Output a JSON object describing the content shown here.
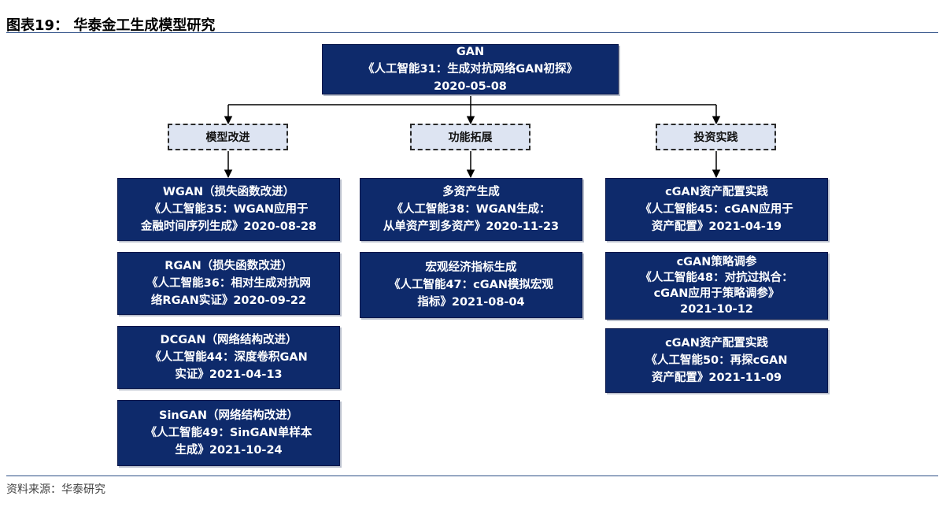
{
  "figure": {
    "title": "图表19： 华泰金工生成模型研究",
    "source": "资料来源：华泰研究"
  },
  "colors": {
    "box_fill": "#0e2a6b",
    "box_text": "#ffffff",
    "category_fill": "#dde4f2",
    "rule": "#2d4f86"
  },
  "root": {
    "lines": [
      "GAN",
      "《人工智能31：生成对抗网络GAN初探》",
      "2020-05-08"
    ]
  },
  "categories": [
    {
      "label": "模型改进",
      "items": [
        {
          "lines": [
            "WGAN（损失函数改进）",
            "《人工智能35：WGAN应用于",
            "金融时间序列生成》2020-08-28"
          ]
        },
        {
          "lines": [
            "RGAN（损失函数改进）",
            "《人工智能36：相对生成对抗网",
            "络RGAN实证》2020-09-22"
          ]
        },
        {
          "lines": [
            "DCGAN（网络结构改进）",
            "《人工智能44：深度卷积GAN",
            "实证》2021-04-13"
          ]
        },
        {
          "lines": [
            "SinGAN（网络结构改进）",
            "《人工智能49：SinGAN单样本",
            "生成》2021-10-24"
          ]
        }
      ]
    },
    {
      "label": "功能拓展",
      "items": [
        {
          "lines": [
            "多资产生成",
            "《人工智能38：WGAN生成：",
            "从单资产到多资产》2020-11-23"
          ]
        },
        {
          "lines": [
            "宏观经济指标生成",
            "《人工智能47：cGAN模拟宏观",
            "指标》2021-08-04"
          ]
        }
      ]
    },
    {
      "label": "投资实践",
      "items": [
        {
          "lines": [
            "cGAN资产配置实践",
            "《人工智能45：cGAN应用于",
            "资产配置》2021-04-19"
          ]
        },
        {
          "lines": [
            "cGAN策略调参",
            "《人工智能48：对抗过拟合：",
            "cGAN应用于策略调参》",
            "2021-10-12"
          ]
        },
        {
          "lines": [
            "cGAN资产配置实践",
            "《人工智能50：再探cGAN",
            "资产配置》2021-11-09"
          ]
        }
      ]
    }
  ]
}
